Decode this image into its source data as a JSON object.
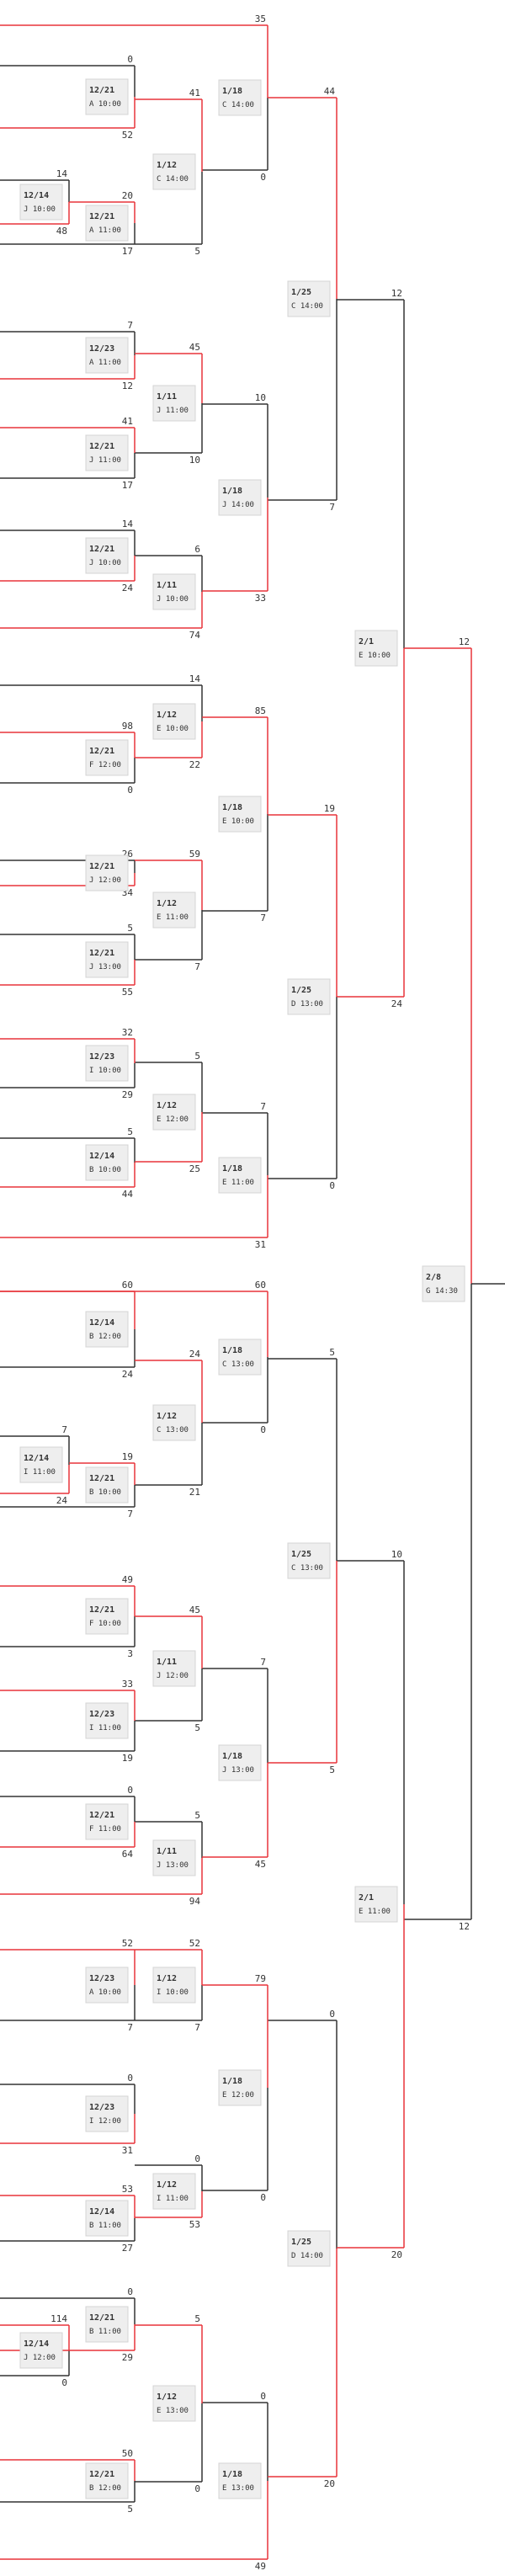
{
  "colors": {
    "winner": "#e8343a",
    "loser": "#333333",
    "box_bg": "#eeeeee",
    "box_border": "#d4d4d4",
    "text": "#333333"
  },
  "matches": [
    {
      "id": "r1_01",
      "date": "12/14",
      "venue": "J 10:00",
      "a": "14",
      "b": "48",
      "wa": false
    },
    {
      "id": "r2_01",
      "date": "12/21",
      "venue": "A 10:00",
      "a": "0",
      "b": "52",
      "wa": false
    },
    {
      "id": "r2_02",
      "date": "12/21",
      "venue": "A 11:00",
      "a": "20",
      "b": "17",
      "wa": true
    },
    {
      "id": "r2_03",
      "date": "12/23",
      "venue": "A 11:00",
      "a": "7",
      "b": "12",
      "wa": false
    },
    {
      "id": "r2_04",
      "date": "12/21",
      "venue": "J 11:00",
      "a": "41",
      "b": "17",
      "wa": true
    },
    {
      "id": "r2_05",
      "date": "12/21",
      "venue": "J 10:00",
      "a": "14",
      "b": "24",
      "wa": false
    },
    {
      "id": "r3_01",
      "date": "1/12",
      "venue": "C 14:00",
      "a": "41",
      "b": "5",
      "wa": true
    },
    {
      "id": "r3_02",
      "date": "1/11",
      "venue": "J 11:00",
      "a": "45",
      "b": "10",
      "wa": true
    },
    {
      "id": "r3_03",
      "date": "1/11",
      "venue": "J 10:00",
      "a": "6",
      "b": "74",
      "wa": false
    },
    {
      "id": "r4_01",
      "date": "1/18",
      "venue": "C 14:00",
      "a": "35",
      "b": "0",
      "wa": true
    },
    {
      "id": "r4_02",
      "date": "1/18",
      "venue": "J 14:00",
      "a": "10",
      "b": "33",
      "wa": false
    },
    {
      "id": "r5_01",
      "date": "1/25",
      "venue": "C 14:00",
      "a": "44",
      "b": "7",
      "wa": true
    },
    {
      "id": "r2_06",
      "date": "12/21",
      "venue": "F 12:00",
      "a": "98",
      "b": "0",
      "wa": true
    },
    {
      "id": "r2_07",
      "date": "12/21",
      "venue": "J 12:00",
      "a": "26",
      "b": "34",
      "wa": false
    },
    {
      "id": "r2_08",
      "date": "12/21",
      "venue": "J 13:00",
      "a": "5",
      "b": "55",
      "wa": false
    },
    {
      "id": "r2_09",
      "date": "12/23",
      "venue": "I 10:00",
      "a": "32",
      "b": "29",
      "wa": true
    },
    {
      "id": "r2_10",
      "date": "12/14",
      "venue": "B 10:00",
      "a": "5",
      "b": "44",
      "wa": false
    },
    {
      "id": "r3_04",
      "date": "1/12",
      "venue": "E 10:00",
      "a": "14",
      "b": "22",
      "wa": false
    },
    {
      "id": "r3_05",
      "date": "1/12",
      "venue": "E 11:00",
      "a": "59",
      "b": "7",
      "wa": true
    },
    {
      "id": "r3_06",
      "date": "1/12",
      "venue": "E 12:00",
      "a": "5",
      "b": "25",
      "wa": false
    },
    {
      "id": "r4_03",
      "date": "1/18",
      "venue": "E 10:00",
      "a": "85",
      "b": "7",
      "wa": true
    },
    {
      "id": "r4_04",
      "date": "1/18",
      "venue": "E 11:00",
      "a": "7",
      "b": "31",
      "wa": false
    },
    {
      "id": "r5_02",
      "date": "1/25",
      "venue": "D 13:00",
      "a": "19",
      "b": "0",
      "wa": true
    },
    {
      "id": "r6_01",
      "date": "2/1",
      "venue": "E 10:00",
      "a": "12",
      "b": "24",
      "wa": false
    },
    {
      "id": "r1_02",
      "date": "12/14",
      "venue": "I 11:00",
      "a": "7",
      "b": "24",
      "wa": false
    },
    {
      "id": "r2_11",
      "date": "12/14",
      "venue": "B 12:00",
      "a": "60",
      "b": "24",
      "wa": true
    },
    {
      "id": "r2_12",
      "date": "12/21",
      "venue": "B 10:00",
      "a": "19",
      "b": "7",
      "wa": true
    },
    {
      "id": "r2_13",
      "date": "12/21",
      "venue": "F 10:00",
      "a": "49",
      "b": "3",
      "wa": true
    },
    {
      "id": "r2_14",
      "date": "12/23",
      "venue": "I 11:00",
      "a": "33",
      "b": "19",
      "wa": true
    },
    {
      "id": "r2_15",
      "date": "12/21",
      "venue": "F 11:00",
      "a": "0",
      "b": "64",
      "wa": false
    },
    {
      "id": "r3_07",
      "date": "1/12",
      "venue": "C 13:00",
      "a": "24",
      "b": "21",
      "wa": true
    },
    {
      "id": "r3_08",
      "date": "1/11",
      "venue": "J 12:00",
      "a": "45",
      "b": "5",
      "wa": true
    },
    {
      "id": "r3_09",
      "date": "1/11",
      "venue": "J 13:00",
      "a": "5",
      "b": "94",
      "wa": false
    },
    {
      "id": "r4_05",
      "date": "1/18",
      "venue": "C 13:00",
      "a": "60",
      "b": "0",
      "wa": true
    },
    {
      "id": "r4_06",
      "date": "1/18",
      "venue": "J 13:00",
      "a": "7",
      "b": "45",
      "wa": false
    },
    {
      "id": "r5_03",
      "date": "1/25",
      "venue": "C 13:00",
      "a": "5",
      "b": "5",
      "wa": false
    },
    {
      "id": "r2_16",
      "date": "12/23",
      "venue": "A 10:00",
      "a": "52",
      "b": "7",
      "wa": true
    },
    {
      "id": "r2_17",
      "date": "12/23",
      "venue": "I 12:00",
      "a": "0",
      "b": "31",
      "wa": false
    },
    {
      "id": "r2_18",
      "date": "12/14",
      "venue": "B 11:00",
      "a": "53",
      "b": "27",
      "wa": true
    },
    {
      "id": "r1_03",
      "date": "12/14",
      "venue": "J 12:00",
      "a": "114",
      "b": "0",
      "wa": true
    },
    {
      "id": "r2_19",
      "date": "12/21",
      "venue": "B 11:00",
      "a": "0",
      "b": "29",
      "wa": false
    },
    {
      "id": "r2_20",
      "date": "12/21",
      "venue": "B 12:00",
      "a": "50",
      "b": "5",
      "wa": true
    },
    {
      "id": "r3_10",
      "date": "1/12",
      "venue": "I 10:00",
      "a": "52",
      "b": "7",
      "wa": true
    },
    {
      "id": "r3_11",
      "date": "1/12",
      "venue": "I 11:00",
      "a": "0",
      "b": "53",
      "wa": false
    },
    {
      "id": "r3_12",
      "date": "1/12",
      "venue": "E 13:00",
      "a": "5",
      "b": "0",
      "wa": true
    },
    {
      "id": "r4_07",
      "date": "1/18",
      "venue": "E 12:00",
      "a": "79",
      "b": "0",
      "wa": true
    },
    {
      "id": "r4_08",
      "date": "1/18",
      "venue": "E 13:00",
      "a": "0",
      "b": "49",
      "wa": false
    },
    {
      "id": "r5_04",
      "date": "1/25",
      "venue": "D 14:00",
      "a": "0",
      "b": "20",
      "wa": false
    },
    {
      "id": "r6_02",
      "date": "2/1",
      "venue": "E 11:00",
      "a": "10",
      "b": "20",
      "wa": false
    },
    {
      "id": "final",
      "date": "2/8",
      "venue": "G 14:30",
      "a": "12",
      "b": "12",
      "wa": true
    }
  ]
}
